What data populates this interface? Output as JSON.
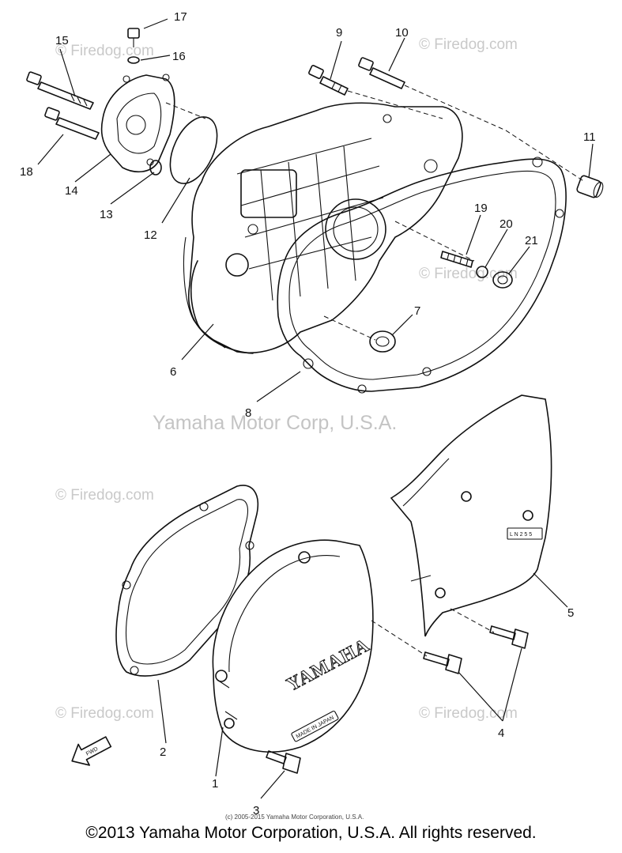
{
  "watermarks": {
    "site": "© Firedog.com",
    "center": "Yamaha Motor Corp, U.S.A."
  },
  "callouts": [
    "1",
    "2",
    "3",
    "4",
    "5",
    "6",
    "7",
    "8",
    "9",
    "10",
    "11",
    "12",
    "13",
    "14",
    "15",
    "16",
    "17",
    "18",
    "19",
    "20",
    "21"
  ],
  "part_markings": {
    "cover_logo": "YAMAHA",
    "made_in": "MADE IN JAPAN",
    "plate_code": "L N 2 5 5",
    "fwd_arrow": "FWD"
  },
  "fine_copyright": "(c) 2005-2015 Yamaha Motor Corporation, U.S.A.",
  "footer": "©2013 Yamaha Motor Corporation, U.S.A. All rights reserved."
}
